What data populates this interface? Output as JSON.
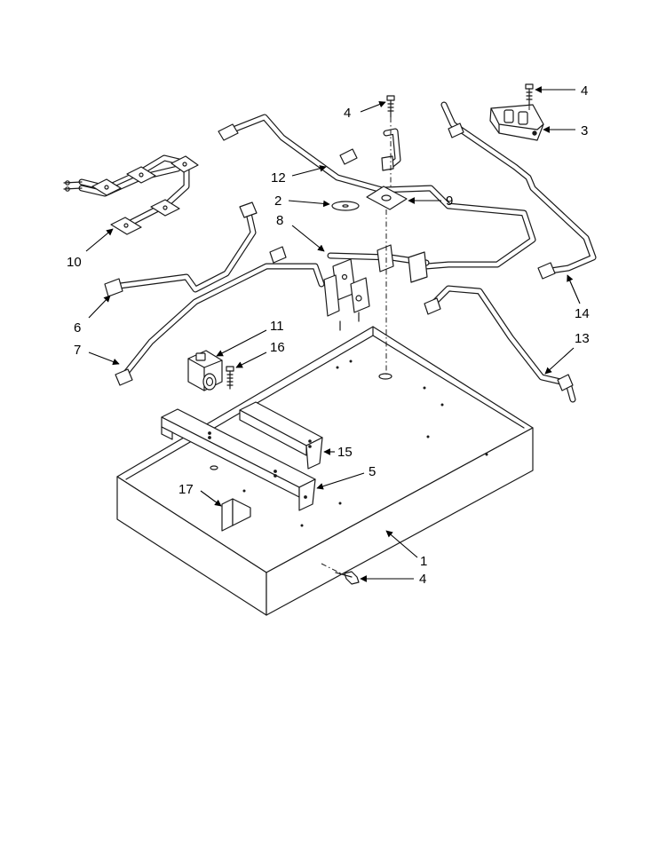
{
  "callouts": [
    {
      "id": "c1",
      "label": "1"
    },
    {
      "id": "c2",
      "label": "2"
    },
    {
      "id": "c3",
      "label": "3"
    },
    {
      "id": "c4a",
      "label": "4"
    },
    {
      "id": "c4b",
      "label": "4"
    },
    {
      "id": "c4c",
      "label": "4"
    },
    {
      "id": "c5",
      "label": "5"
    },
    {
      "id": "c6",
      "label": "6"
    },
    {
      "id": "c7",
      "label": "7"
    },
    {
      "id": "c8",
      "label": "8"
    },
    {
      "id": "c9",
      "label": "9"
    },
    {
      "id": "c10",
      "label": "10"
    },
    {
      "id": "c11",
      "label": "11"
    },
    {
      "id": "c12",
      "label": "12"
    },
    {
      "id": "c13",
      "label": "13"
    },
    {
      "id": "c14",
      "label": "14"
    },
    {
      "id": "c15",
      "label": "15"
    },
    {
      "id": "c16",
      "label": "16"
    },
    {
      "id": "c17",
      "label": "17"
    }
  ]
}
